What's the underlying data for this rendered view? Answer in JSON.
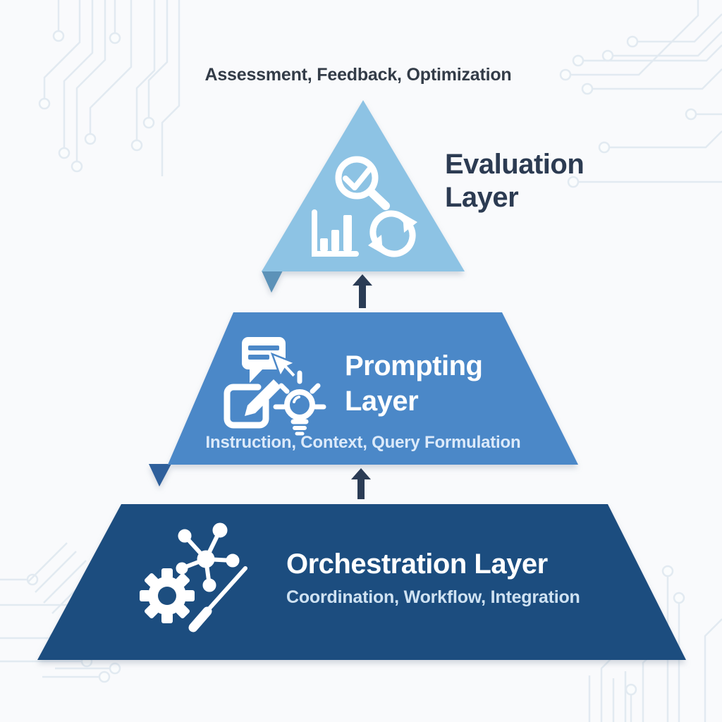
{
  "diagram": {
    "type": "pyramid-architecture",
    "layers": [
      {
        "name": "Evaluation Layer",
        "title_lines": [
          "Evaluation",
          "Layer"
        ],
        "caption": "Assessment, Feedback, Optimization",
        "caption_position": "above-pyramid",
        "color": "#8dc3e4",
        "fold_color": "#5b92b8",
        "icons": [
          "magnifier-check",
          "bar-chart",
          "sync-arrows"
        ]
      },
      {
        "name": "Prompting Layer",
        "title_lines": [
          "Prompting",
          "Layer"
        ],
        "caption": "Instruction, Context, Query Formulation",
        "caption_position": "inside-bottom",
        "color": "#4c88c8",
        "fold_color": "#2f5e9b",
        "icons": [
          "chat-bubble-cursor",
          "edit-pencil",
          "lightbulb"
        ]
      },
      {
        "name": "Orchestration Layer",
        "title_lines": [
          "Orchestration Layer"
        ],
        "caption": "Coordination, Workflow, Integration",
        "caption_position": "inside-below-title",
        "color": "#1d4e7f",
        "icons": [
          "network-nodes",
          "gear",
          "magic-wand"
        ]
      }
    ],
    "arrows": [
      "up-arrow-between-orchestration-and-prompting",
      "up-arrow-between-prompting-and-evaluation"
    ],
    "colors": {
      "background": "#f9fafc",
      "circuit_trace": "#e2eaf1",
      "arrow": "#2b3c55",
      "dark_title_text": "#2c3b52",
      "dark_caption_text": "#333c48",
      "prompting_caption_text": "#dceafa",
      "orchestration_caption_text": "#cfe2f2",
      "icon": "#ffffff"
    }
  }
}
